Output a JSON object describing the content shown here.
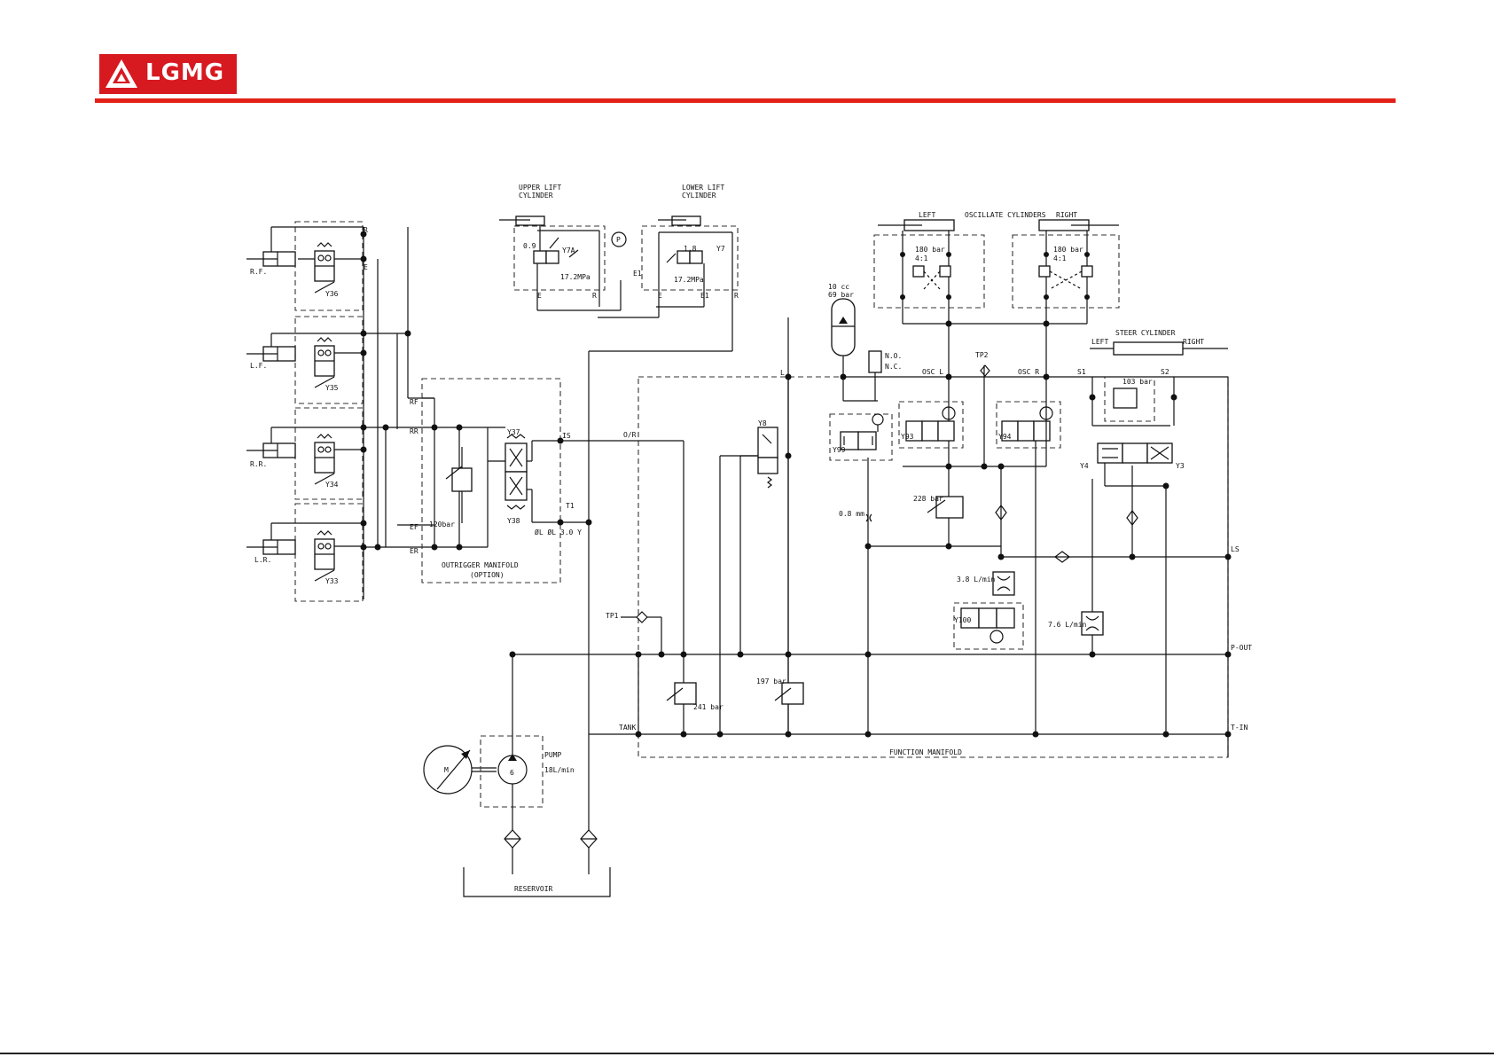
{
  "brand": {
    "logo_text": "LGMG",
    "accent_color": "#e32119"
  },
  "labels": {
    "upper_lift_1": "UPPER LIFT",
    "upper_lift_2": "CYLINDER",
    "lower_lift_1": "LOWER LIFT",
    "lower_lift_2": "CYLINDER",
    "osc_left": "LEFT",
    "osc_title": "OSCILLATE CYLINDERS",
    "osc_right": "RIGHT",
    "rf": "R.F.",
    "lf": "L.F.",
    "rr": "R.R.",
    "lr": "L.R.",
    "y36": "Y36",
    "y35": "Y35",
    "y34": "Y34",
    "y33": "Y33",
    "y37": "Y37",
    "y38": "Y38",
    "y7a": "Y7A",
    "y7": "Y7",
    "y8": "Y8",
    "y99": "Y99",
    "y93": "Y93",
    "y94": "Y94",
    "y100": "Y100",
    "y4": "Y4",
    "y3": "Y3",
    "p09": "0.9",
    "p18": "1.8",
    "p172a": "17.2MPa",
    "p172b": "17.2MPa",
    "bar180a": "180 bar",
    "ratio_a": "4:1",
    "bar180b": "180 bar",
    "ratio_b": "4:1",
    "acc1": "10 cc",
    "acc2": "69 bar",
    "no": "N.O.",
    "nc": "N.C.",
    "tp2": "TP2",
    "osc_l": "OSC L",
    "osc_r": "OSC R",
    "steer": "STEER CYLINDER",
    "steer_left": "LEFT",
    "steer_right": "RIGHT",
    "s1": "S1",
    "s2": "S2",
    "bar103": "103 bar",
    "bar228": "228 bar",
    "mm08": "0.8 mm",
    "flow38": "3.8 L/min",
    "flow76": "7.6 L/min",
    "ls": "LS",
    "pout": "P-OUT",
    "tin": "T-IN",
    "bar120": "120bar",
    "or": "O/R",
    "is": "IS",
    "t1": "T1",
    "orf": "ØL ØL 3.0 Y",
    "outrigger1": "OUTRIGGER MANIFOLD",
    "outrigger2": "(OPTION)",
    "tp1": "TP1",
    "bar241": "241 bar",
    "bar197": "197 bar",
    "tank": "TANK",
    "function_manifold": "FUNCTION MANIFOLD",
    "pump": "PUMP",
    "pump_flow": "18L/min",
    "pump_num": "6",
    "motor": "M",
    "reservoir": "RESERVOIR",
    "gauge": "P",
    "port_r": "R",
    "port_e": "E",
    "port_e1": "E1",
    "port_l": "L",
    "port_rf": "RF",
    "port_rr": "RR",
    "port_ef": "EF",
    "port_er": "ER"
  }
}
